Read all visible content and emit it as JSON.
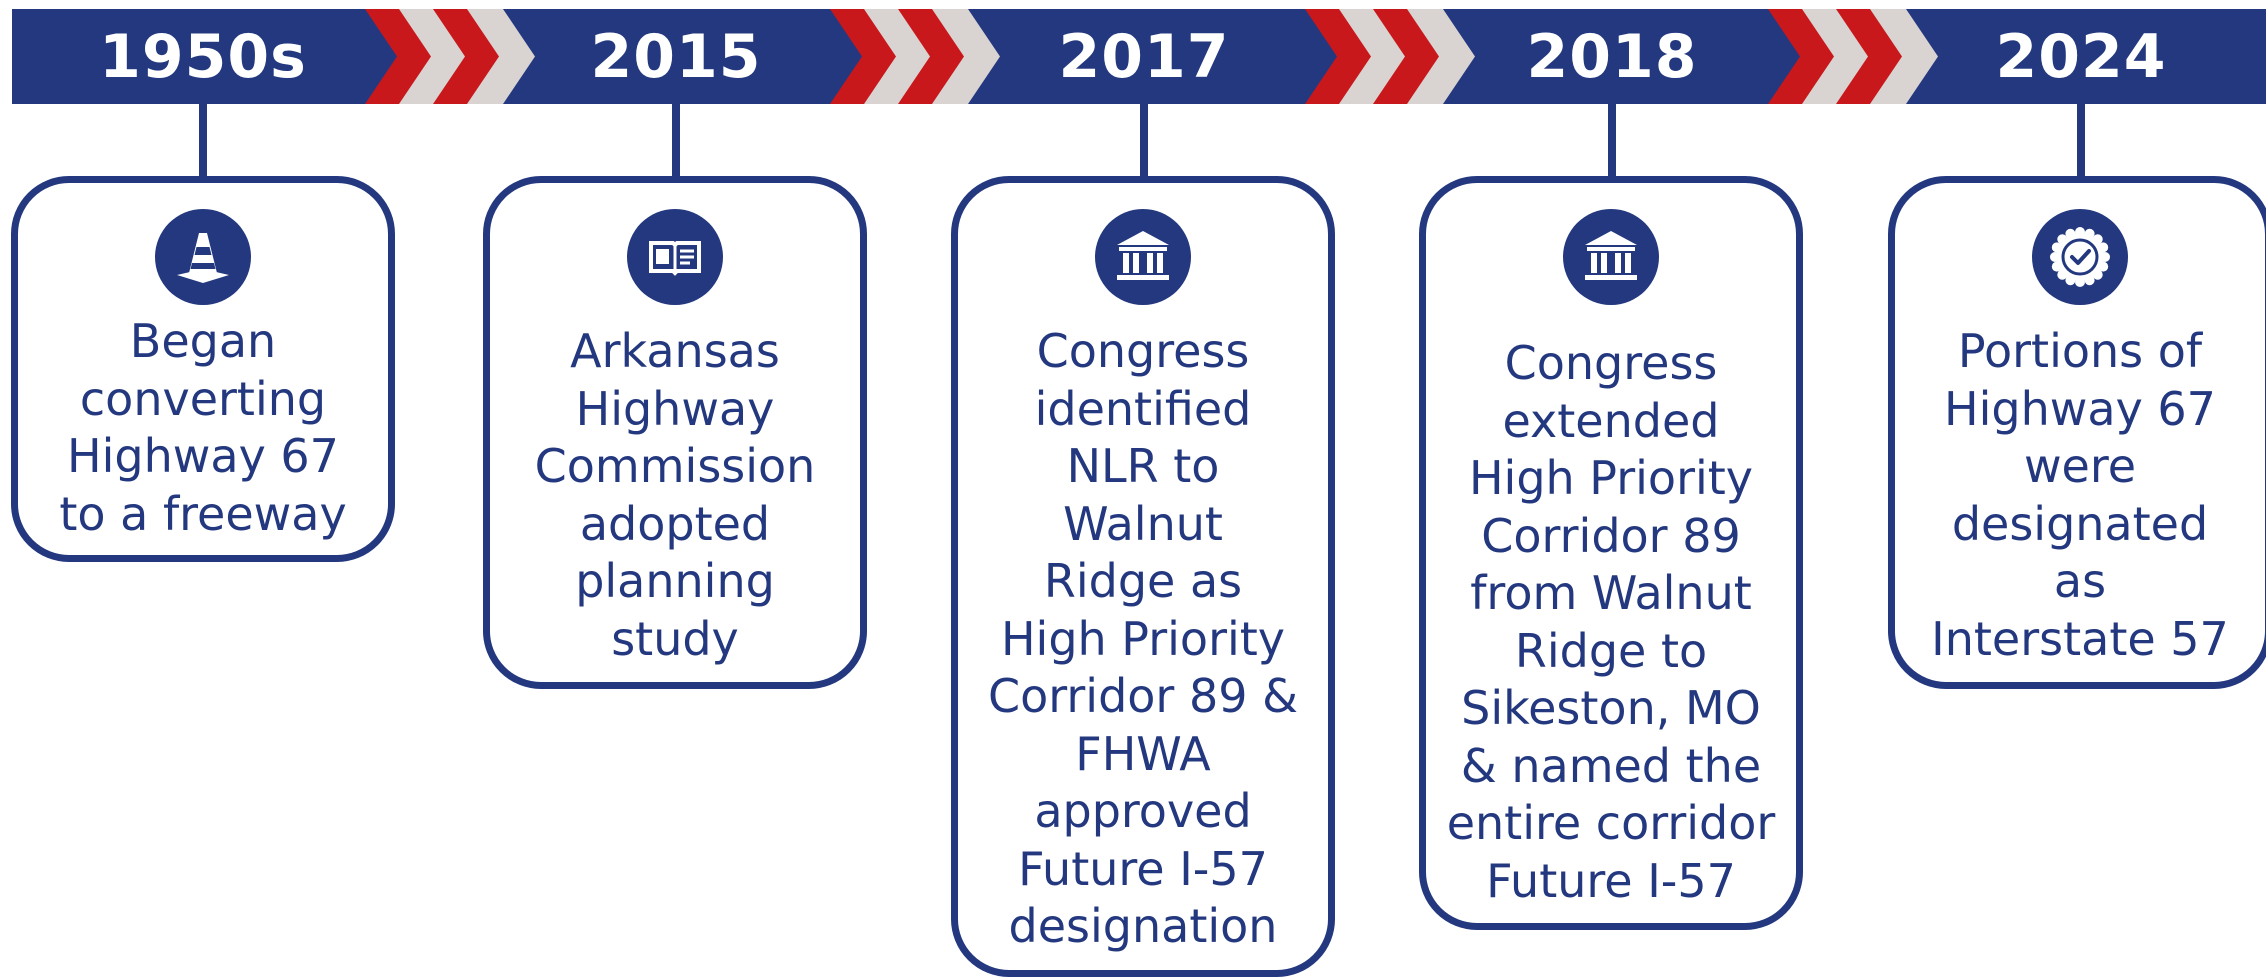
{
  "timeline": {
    "colors": {
      "bar": "#23387f",
      "chevron_red": "#c8181c",
      "chevron_gray": "#d9d4d2",
      "text": "#23387f"
    },
    "events": [
      {
        "year": "1950s",
        "icon": "traffic-cone-icon",
        "text": "Began\nconverting\nHighway 67\nto a freeway"
      },
      {
        "year": "2015",
        "icon": "open-book-icon",
        "text": "Arkansas\nHighway\nCommission\nadopted\nplanning\nstudy"
      },
      {
        "year": "2017",
        "icon": "capitol-building-icon",
        "text": "Congress\nidentified\nNLR to\nWalnut\nRidge as\nHigh Priority\nCorridor 89 &\nFHWA\napproved\nFuture I-57\ndesignation"
      },
      {
        "year": "2018",
        "icon": "capitol-building-icon",
        "text": "Congress\nextended\nHigh Priority\nCorridor 89\nfrom Walnut\nRidge to\nSikeston, MO\n& named the\nentire corridor\nFuture I-57"
      },
      {
        "year": "2024",
        "icon": "certified-badge-icon",
        "text": "Portions of\nHighway 67\nwere\ndesignated\nas\nInterstate 57"
      }
    ]
  }
}
